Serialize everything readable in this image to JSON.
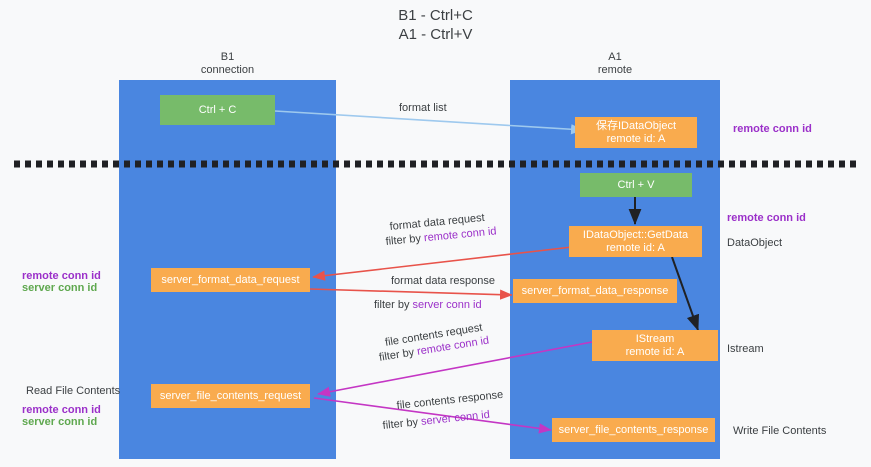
{
  "title": {
    "line1": "B1 - Ctrl+C",
    "line2": "A1 - Ctrl+V"
  },
  "columns": [
    {
      "name": "B1",
      "sub": "connection"
    },
    {
      "name": "A1",
      "sub": "remote"
    }
  ],
  "nodes": {
    "ctrl_c": "Ctrl + C",
    "ctrl_v": "Ctrl + V",
    "store_dataobject_l1": "保存IDataObject",
    "store_dataobject_l2": "remote id: A",
    "getdata_l1": "IDataObject::GetData",
    "getdata_l2": "remote id: A",
    "istream_l1": "IStream",
    "istream_l2": "remote id: A",
    "server_format_data_request": "server_format_data_request",
    "server_format_data_response": "server_format_data_response",
    "server_file_contents_request": "server_file_contents_request",
    "server_file_contents_response": "server_file_contents_response"
  },
  "edge_labels": {
    "format_list": "format list",
    "format_data_request": "format data request",
    "format_data_request_filter_prefix": "filter by ",
    "format_data_request_filter_key": "remote conn id",
    "format_data_response": "format data response",
    "format_data_response_filter_prefix": "filter by ",
    "format_data_response_filter_key": "server conn id",
    "file_contents_request": "file contents request",
    "file_contents_request_filter_prefix": "filter by ",
    "file_contents_request_filter_key": "remote conn id",
    "file_contents_response": "file contents response",
    "file_contents_response_filter_prefix": "filter by ",
    "file_contents_response_filter_key": "server conn id"
  },
  "side_labels": {
    "right_top_remote_conn_id": "remote conn id",
    "right_mid_remote_conn_id": "remote conn id",
    "right_dataobject": "DataObject",
    "right_istream": "Istream",
    "right_write_file_contents": "Write File Contents",
    "left_remote_conn_id_1": "remote conn id",
    "left_server_conn_id_1": "server conn id",
    "left_read_file_contents": "Read File Contents",
    "left_remote_conn_id_2": "remote conn id",
    "left_server_conn_id_2": "server conn id"
  },
  "colors": {
    "lane": "#4a86e0",
    "green_node": "#77bb6a",
    "orange_node": "#f9ab4e",
    "purple_text": "#9b30c9",
    "green_text": "#5fa84f",
    "red_arrow": "#e8534a",
    "magenta_arrow": "#c436c4",
    "light_blue_arrow": "#9ec9ee",
    "black_arrow": "#202124",
    "background": "#f8f9fa"
  }
}
